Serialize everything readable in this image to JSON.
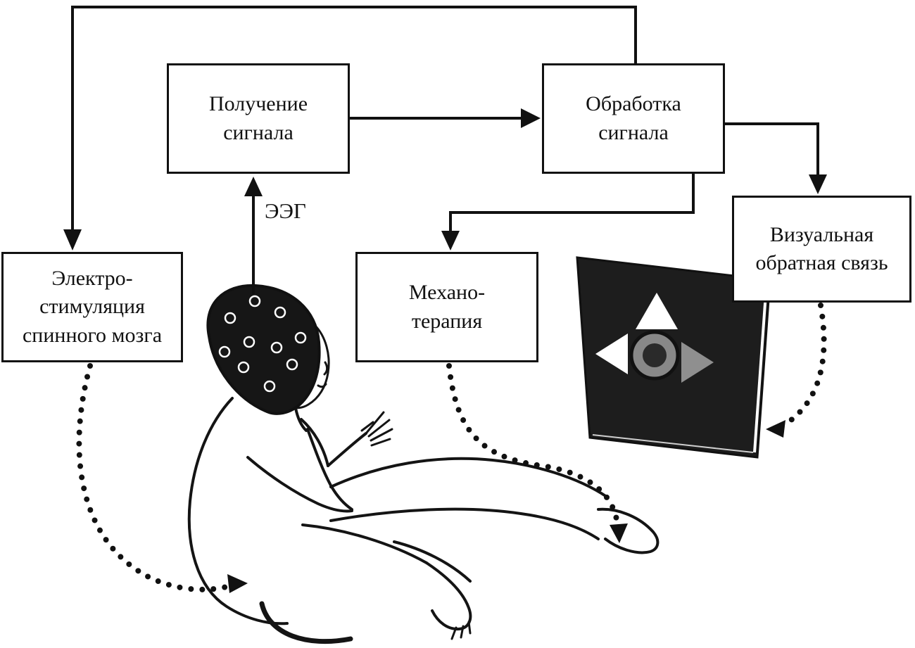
{
  "nodes": {
    "signal_acquisition": {
      "label": "Получение\nсигнала"
    },
    "signal_processing": {
      "label": "Обработка\nсигнала"
    },
    "spinal_stimulation": {
      "label": "Электро-\nстимуляция\nспинного мозга"
    },
    "mechanotherapy": {
      "label": "Механо-\nтерапия"
    },
    "visual_feedback": {
      "label": "Визуальная\nобратная связь"
    }
  },
  "labels": {
    "eeg": "ЭЭГ"
  },
  "screen": {
    "icons": [
      "up-arrow-icon",
      "left-arrow-icon",
      "right-arrow-icon",
      "center-circle-icon"
    ]
  },
  "colors": {
    "ink": "#111111",
    "screen_bg": "#1d1d1d",
    "gray": "#8f8f8f",
    "white": "#ffffff"
  }
}
